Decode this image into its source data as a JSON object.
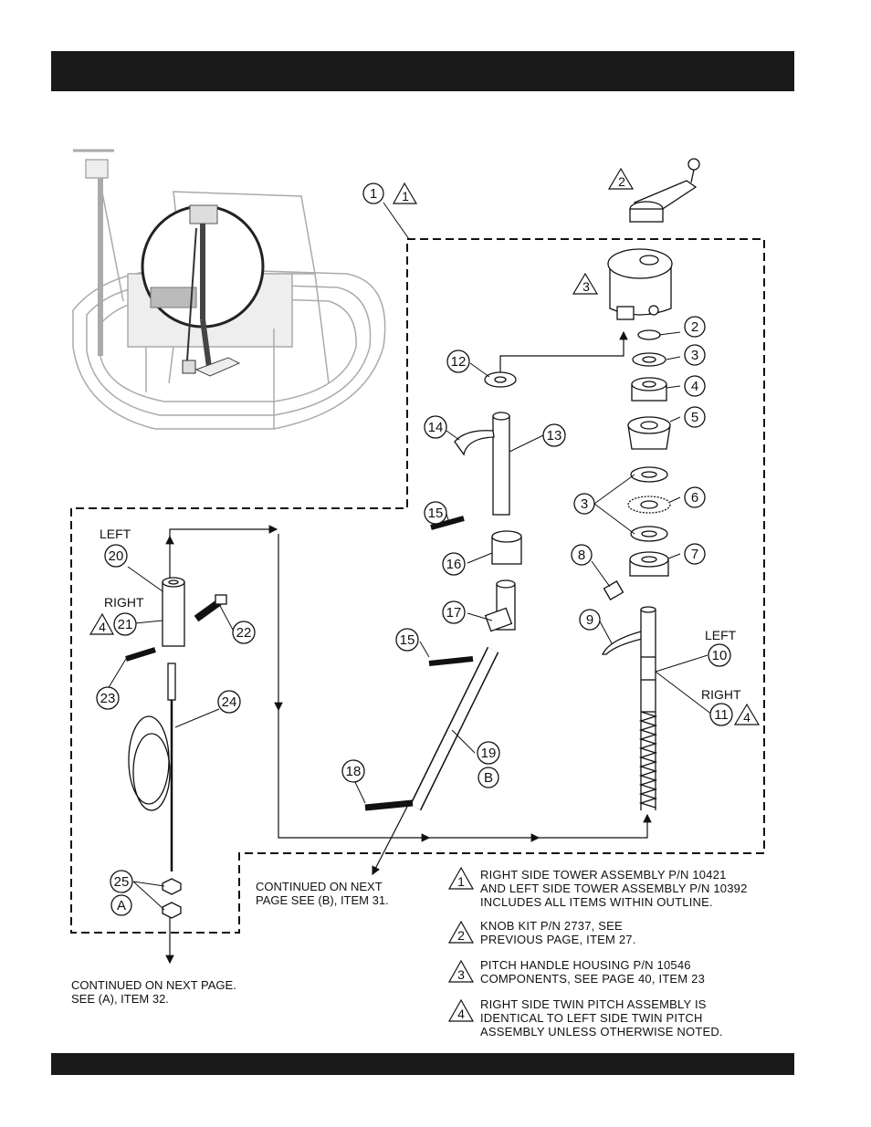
{
  "callouts": {
    "c1": "1",
    "c2a": "2",
    "c3a": "3",
    "c2": "2",
    "c3": "3",
    "c4": "4",
    "c5": "5",
    "c3b": "3",
    "c6": "6",
    "c7": "7",
    "c8": "8",
    "c9": "9",
    "c10": "10",
    "c11": "11",
    "c12": "12",
    "c13": "13",
    "c14": "14",
    "c15a": "15",
    "c15b": "15",
    "c16": "16",
    "c17": "17",
    "c18": "18",
    "c19": "19",
    "cB": "B",
    "c20": "20",
    "c21": "21",
    "c22": "22",
    "c23": "23",
    "c24": "24",
    "c25": "25",
    "cA": "A"
  },
  "triangles": {
    "t1": "1",
    "t2": "2",
    "t3": "3",
    "t4a": "4",
    "t4b": "4"
  },
  "labels": {
    "left_a": "LEFT",
    "right_a": "RIGHT",
    "left_b": "LEFT",
    "right_b": "RIGHT"
  },
  "continued_b": "CONTINUED ON NEXT\nPAGE SEE (B), ITEM 31.",
  "continued_a": "CONTINUED ON NEXT PAGE.\nSEE (A), ITEM 32.",
  "notes": [
    {
      "num": "1",
      "text": "RIGHT SIDE TOWER ASSEMBLY P/N 10421\nAND LEFT SIDE TOWER ASSEMBLY P/N 10392\nINCLUDES ALL ITEMS WITHIN OUTLINE."
    },
    {
      "num": "2",
      "text": "KNOB KIT P/N 2737, SEE\nPREVIOUS PAGE, ITEM 27."
    },
    {
      "num": "3",
      "text": "PITCH HANDLE HOUSING P/N 10546\nCOMPONENTS, SEE PAGE 40, ITEM 23"
    },
    {
      "num": "4",
      "text": "RIGHT SIDE TWIN PITCH ASSEMBLY IS\nIDENTICAL TO LEFT SIDE TWIN PITCH\nASSEMBLY UNLESS OTHERWISE NOTED."
    }
  ]
}
